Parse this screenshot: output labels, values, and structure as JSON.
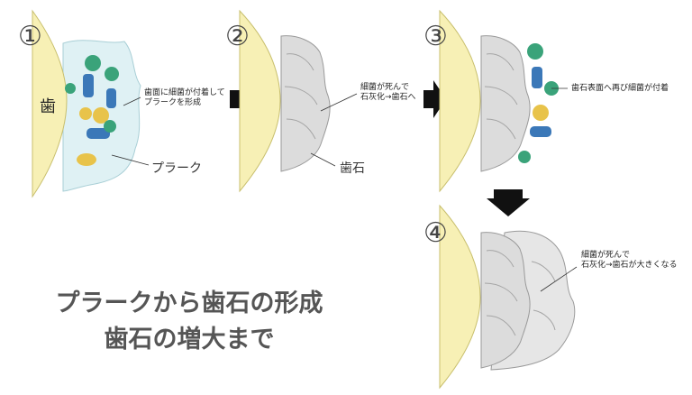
{
  "steps": [
    {
      "number": "①",
      "callout": [
        "歯面に細菌が付着して",
        "プラークを形成"
      ],
      "label": "プラーク",
      "tooth_label": "歯"
    },
    {
      "number": "②",
      "callout": [
        "細菌が死んで",
        "石灰化→歯石へ"
      ],
      "label": "歯石"
    },
    {
      "number": "③",
      "callout": [
        "歯石表面へ再び細菌が付着"
      ]
    },
    {
      "number": "④",
      "callout": [
        "細菌が死んで",
        "石灰化→歯石が大きくなる"
      ]
    }
  ],
  "title": {
    "line1": "プラークから歯石の形成",
    "line2": "歯石の増大まで"
  },
  "colors": {
    "tooth": "#f7f0b5",
    "plaque": "#dff1f4",
    "tartar": "#dcdcdc",
    "tartar_line": "#9a9a9a",
    "arrow": "#111111",
    "bacteria_green": "#3aa37a",
    "bacteria_blue": "#3b78b8",
    "bacteria_yellow": "#e8c34a"
  }
}
